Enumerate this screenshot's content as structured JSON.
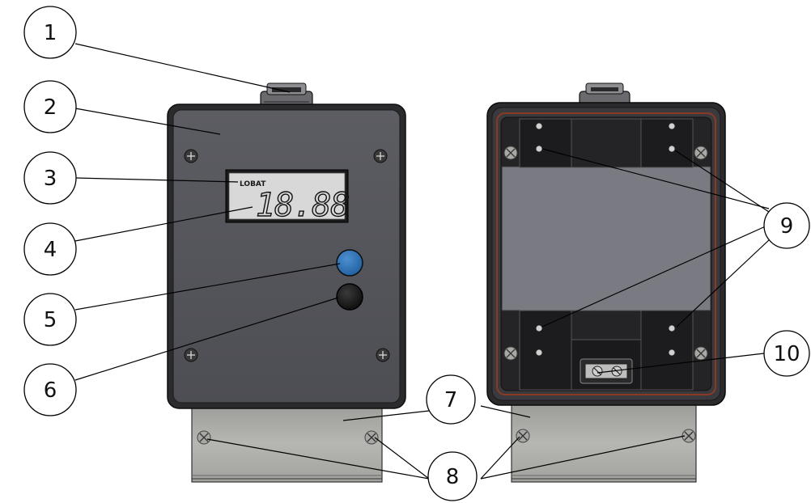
{
  "front_view": {
    "lcd_flag": "LOBAT",
    "lcd_digits": "18.88",
    "button_colors": {
      "top": "#1f5f9e",
      "bottom": "#151515"
    }
  },
  "colors": {
    "enclosure": "#55565c",
    "enclosure_dark": "#2b2b2e",
    "lid_gasket": "#8a3a22",
    "bracket": "#aeaeaa",
    "lcd_bg": "#d8d8d8"
  },
  "callouts": [
    {
      "number": "1"
    },
    {
      "number": "2"
    },
    {
      "number": "3"
    },
    {
      "number": "4"
    },
    {
      "number": "5"
    },
    {
      "number": "6"
    },
    {
      "number": "7"
    },
    {
      "number": "8"
    },
    {
      "number": "9"
    },
    {
      "number": "10"
    }
  ]
}
